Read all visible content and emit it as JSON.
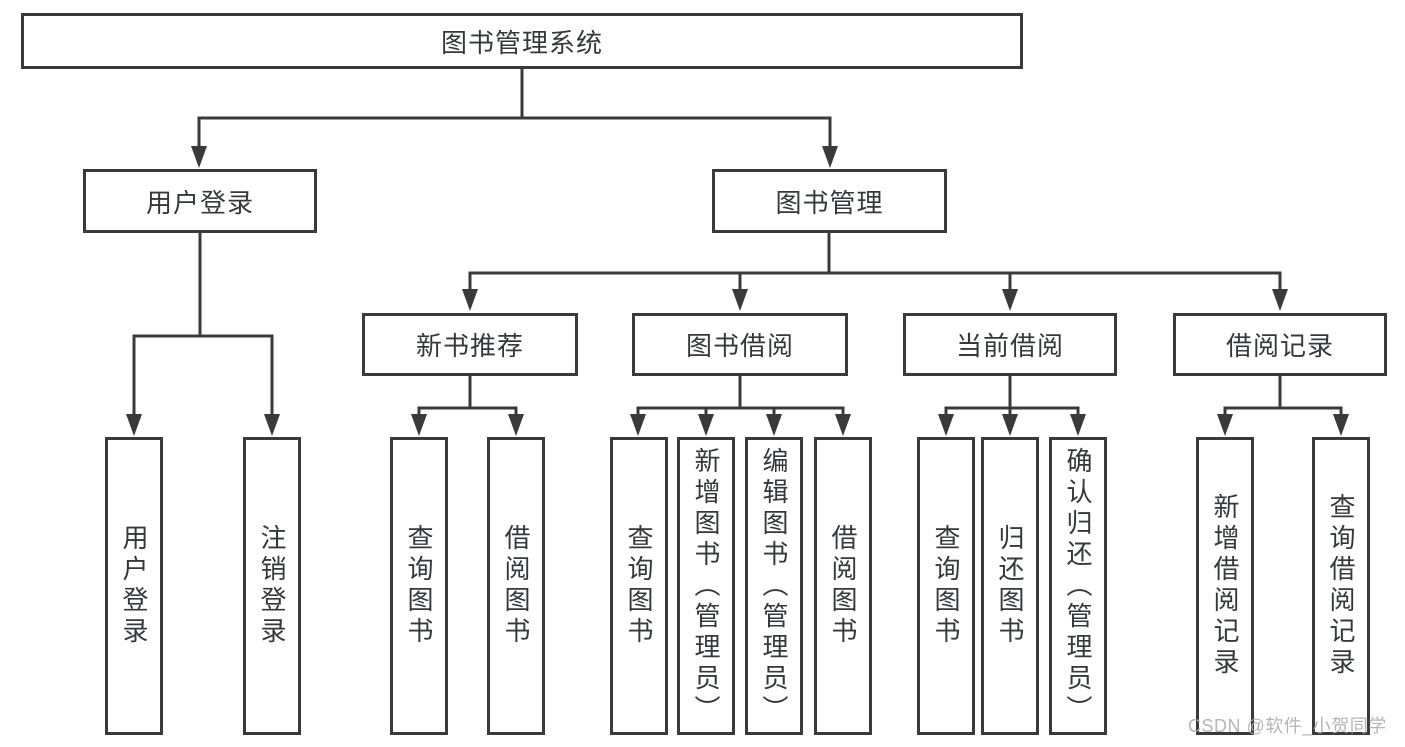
{
  "diagram_title": "图书管理系统",
  "colors": {
    "line": "#3a3a3a",
    "text": "#35383c",
    "box_bg": "#ffffff",
    "watermark": "#a9a9a9",
    "page_bg": "#ffffff"
  },
  "watermark": {
    "text": "CSDN @软件_小贺同学"
  },
  "nodes": {
    "root": {
      "label": "图书管理系统"
    },
    "l2": [
      {
        "label": "用户登录"
      },
      {
        "label": "图书管理"
      }
    ],
    "l3": [
      {
        "label": "新书推荐"
      },
      {
        "label": "图书借阅"
      },
      {
        "label": "当前借阅"
      },
      {
        "label": "借阅记录"
      }
    ],
    "l4": [
      {
        "label": "用户登录"
      },
      {
        "label": "注销登录"
      },
      {
        "label": "查询图书"
      },
      {
        "label": "借阅图书"
      },
      {
        "label": "查询图书"
      },
      {
        "label": "新增图书（管理员）"
      },
      {
        "label": "编辑图书（管理员）"
      },
      {
        "label": "借阅图书"
      },
      {
        "label": "查询图书"
      },
      {
        "label": "归还图书"
      },
      {
        "label": "确认归还（管理员）"
      },
      {
        "label": "新增借阅记录"
      },
      {
        "label": "查询借阅记录"
      }
    ]
  },
  "hierarchy": {
    "图书管理系统": {
      "用户登录": [
        "用户登录",
        "注销登录"
      ],
      "图书管理": {
        "新书推荐": [
          "查询图书",
          "借阅图书"
        ],
        "图书借阅": [
          "查询图书",
          "新增图书（管理员）",
          "编辑图书（管理员）",
          "借阅图书"
        ],
        "当前借阅": [
          "查询图书",
          "归还图书",
          "确认归还（管理员）"
        ],
        "借阅记录": [
          "新增借阅记录",
          "查询借阅记录"
        ]
      }
    }
  }
}
